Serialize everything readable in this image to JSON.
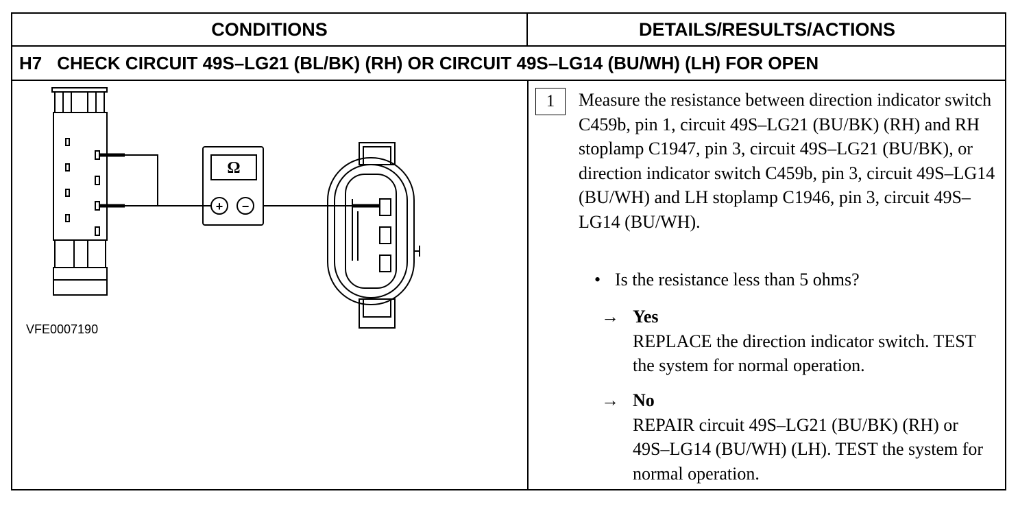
{
  "table": {
    "col_conditions": "CONDITIONS",
    "col_details": "DETAILS/RESULTS/ACTIONS",
    "step_id": "H7",
    "step_title": "CHECK CIRCUIT 49S–LG21 (BL/BK) (RH) OR CIRCUIT 49S–LG14 (BU/WH) (LH) FOR OPEN"
  },
  "diagram": {
    "meter_symbol": "Ω",
    "plus_symbol": "+",
    "minus_symbol": "−",
    "figure_id": "VFE0007190",
    "icons": [
      "direction-indicator-switch-connector-icon",
      "ohmmeter-icon",
      "stoplamp-connector-icon"
    ]
  },
  "details": {
    "step_number": "1",
    "instruction": "Measure the resistance between direction indicator switch C459b, pin 1, circuit 49S–LG21 (BU/BK) (RH) and RH stoplamp C1947, pin 3, circuit 49S–LG21 (BU/BK), or direction indicator switch C459b, pin 3, circuit 49S–LG14 (BU/WH) and LH stoplamp C1946, pin 3, circuit 49S–LG14 (BU/WH).",
    "bullet": "•",
    "question": "Is the resistance less than 5 ohms?",
    "arrow": "→",
    "yes_label": "Yes",
    "yes_action": "REPLACE the direction indicator switch. TEST the system for normal operation.",
    "no_label": "No",
    "no_action": "REPAIR circuit 49S–LG21 (BU/BK) (RH) or 49S–LG14 (BU/WH) (LH). TEST the system for normal operation."
  }
}
